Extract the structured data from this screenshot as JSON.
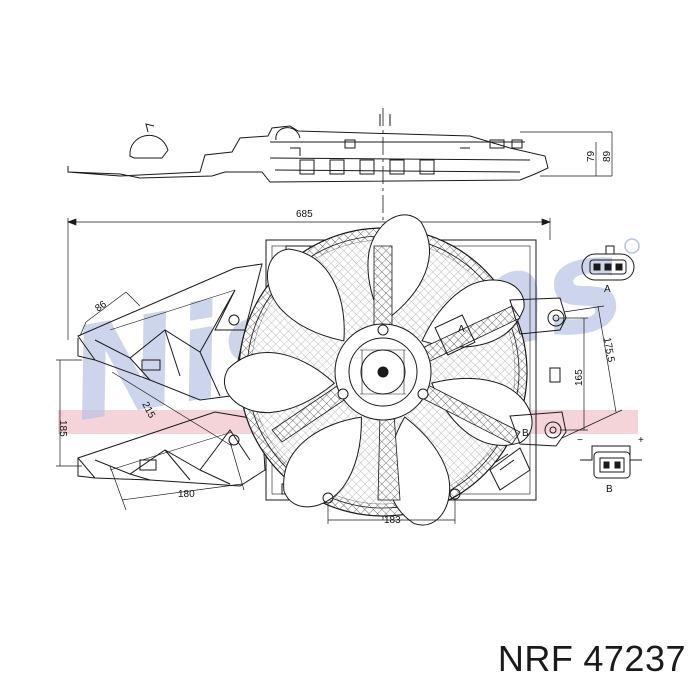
{
  "watermark": "Nissens",
  "dimensions": {
    "width_top": "685",
    "height_outer": "89",
    "height_inner": "79",
    "bracket_width": "86",
    "shroud_height": "165",
    "mount_height": "175,5",
    "left_height": "185",
    "diagonal": "215",
    "bracket_length": "180",
    "bottom_width": "183"
  },
  "connectors": {
    "a_label": "A",
    "b_label": "B",
    "minus": "−",
    "plus": "+",
    "point_a": "A",
    "point_b": "B"
  },
  "caption": {
    "brand": "NRF",
    "part_number": "47237"
  },
  "colors": {
    "watermark_blue": "#b9c4e4",
    "watermark_red": "#f2c6cc",
    "line": "#1a1a1a"
  }
}
